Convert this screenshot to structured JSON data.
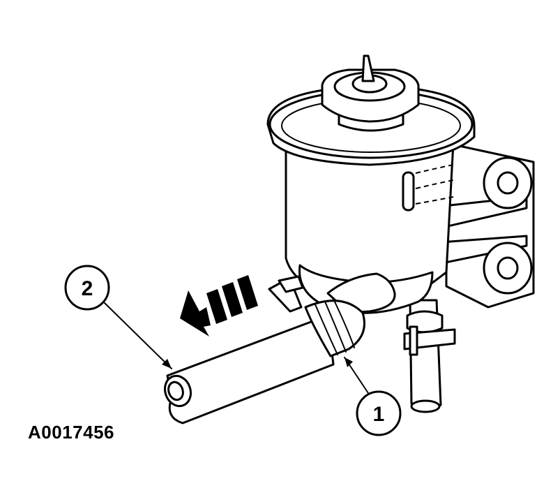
{
  "figure_id": "A0017456",
  "callouts": [
    {
      "label": "1",
      "part": "hose-clamp"
    },
    {
      "label": "2",
      "part": "return-hose"
    }
  ],
  "colors": {
    "line": "#000000",
    "background": "#ffffff"
  },
  "icons": [
    "direction-arrow-icon"
  ]
}
